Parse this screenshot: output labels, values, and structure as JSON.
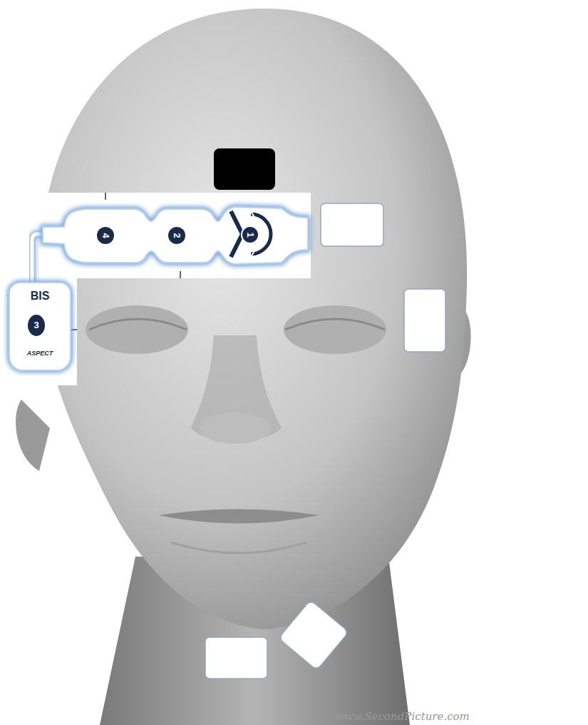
{
  "diagram": {
    "nodes": [
      {
        "text": [
          "4"
        ]
      },
      {
        "text": [
          "2"
        ]
      },
      {
        "text": [
          "1"
        ]
      },
      {
        "text": [
          "BIS",
          "ASPECT"
        ]
      },
      {
        "text": [
          "3"
        ],
        "in": 3
      }
    ],
    "labels": [
      "www.SecondPicture.com"
    ]
  }
}
